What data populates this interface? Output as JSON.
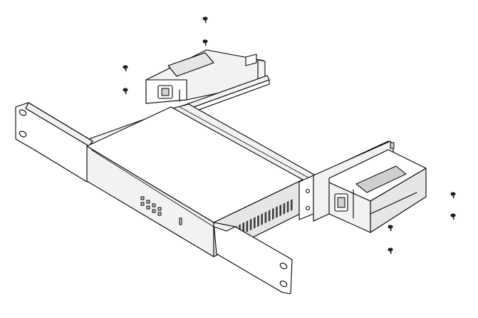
{
  "colors": {
    "background": "#ffffff",
    "line": "#000000",
    "face_light": "#f2f2f2",
    "face_mid": "#e6e6e6",
    "face_dark": "#cfcfcf",
    "screw": "#222222"
  },
  "screws": [
    {
      "id": "screw-top-1"
    },
    {
      "id": "screw-top-2"
    },
    {
      "id": "screw-left-1"
    },
    {
      "id": "screw-left-2"
    },
    {
      "id": "screw-right-1"
    },
    {
      "id": "screw-right-2"
    },
    {
      "id": "screw-bottom-1"
    },
    {
      "id": "screw-bottom-2"
    }
  ],
  "device_leds": 6,
  "vent_slots": 16
}
